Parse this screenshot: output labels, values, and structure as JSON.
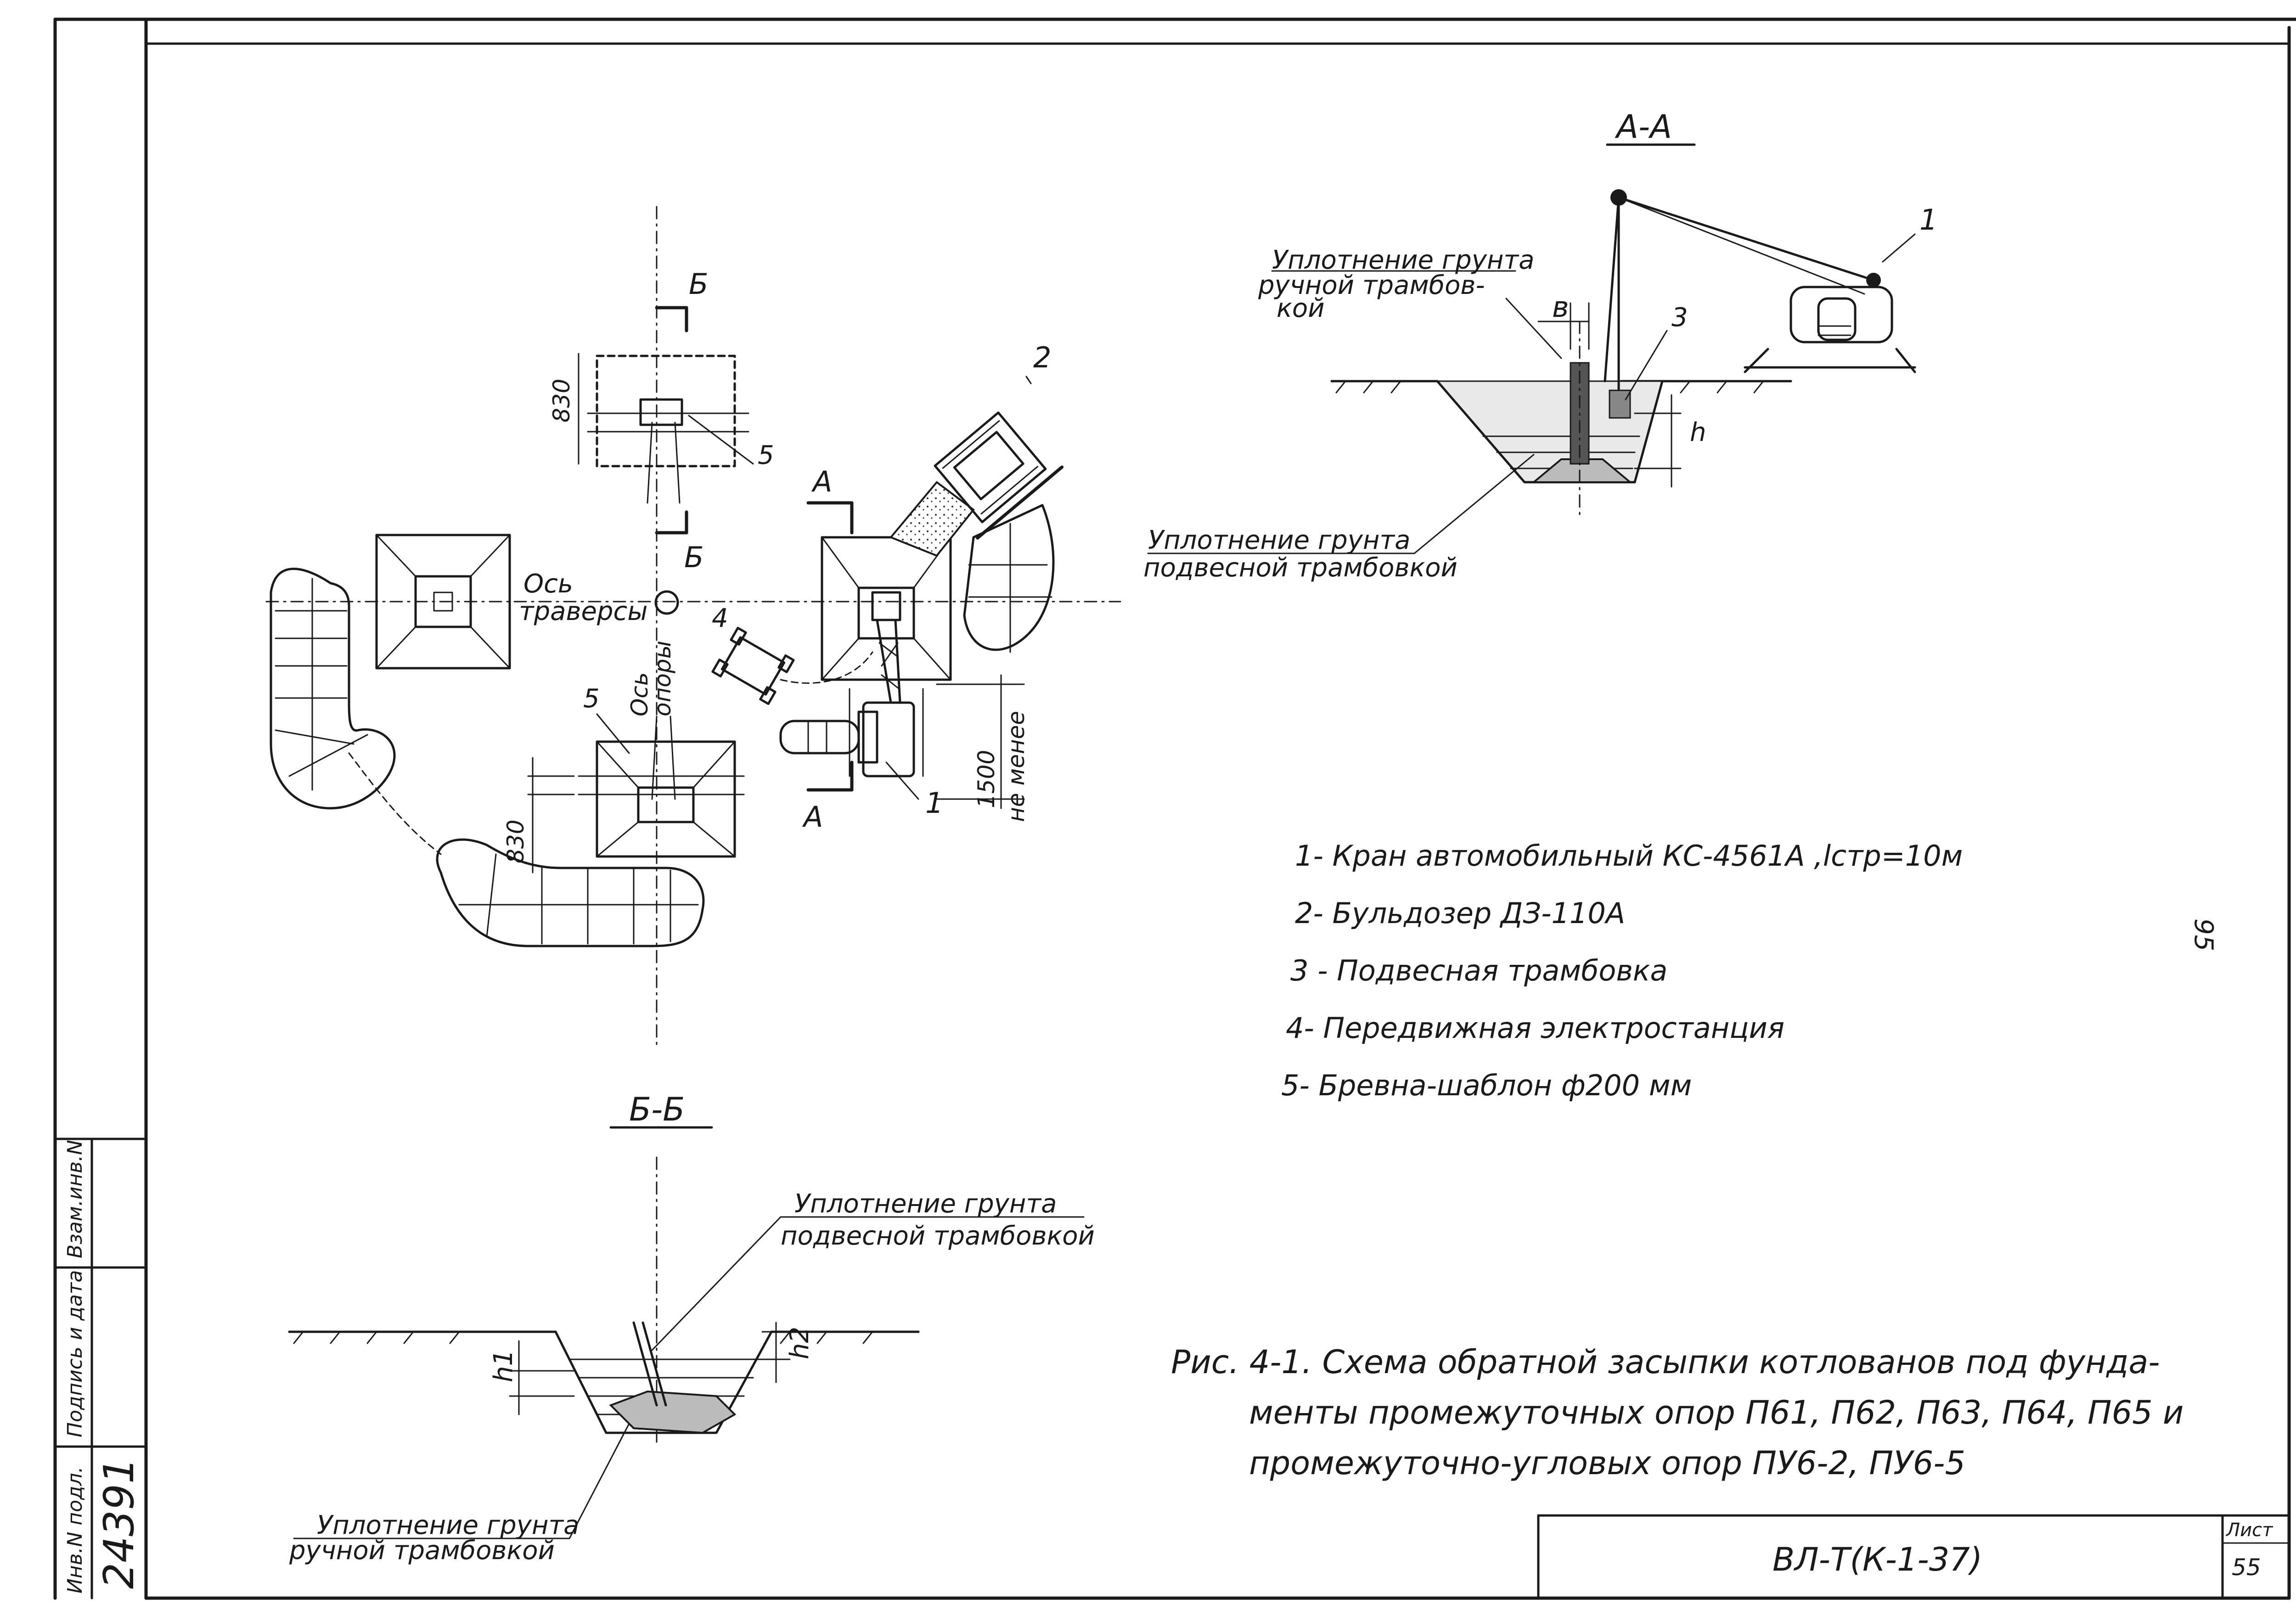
{
  "section_aa": {
    "title": "А-А",
    "note_top": [
      "Уплотнение грунта",
      "ручной трамбов-",
      "кой"
    ],
    "note_bottom": [
      "Уплотнение грунта",
      "подвесной трамбовкой"
    ],
    "label_b": "в",
    "label_h": "h",
    "callout_1": "1",
    "callout_3": "3"
  },
  "section_bb": {
    "title": "Б-Б",
    "note_top": [
      "Уплотнение грунта",
      "подвесной трамбовкой"
    ],
    "note_bottom": [
      "Уплотнение грунта",
      "ручной трамбовкой"
    ],
    "label_h1": "h1",
    "label_h2": "h2"
  },
  "plan": {
    "cut_b_top": "Б",
    "cut_b_bottom": "Б",
    "cut_a_top": "А",
    "cut_a_bottom": "А",
    "dim_830_top": "830",
    "dim_830_bottom": "830",
    "dim_1500": [
      "1500",
      "не менее"
    ],
    "axis_traverse": [
      "Ось",
      "траверсы"
    ],
    "axis_support": [
      "Ось",
      "опоры"
    ],
    "callout_1": "1",
    "callout_2": "2",
    "callout_4": "4",
    "callout_5_top": "5",
    "callout_5_bottom": "5"
  },
  "legend": [
    "1- Кран автомобильный   КС-4561А  ,lстр=10м",
    "2- Бульдозер  ДЗ-110А",
    "3 - Подвесная трамбовка",
    "4- Передвижная  электростанция",
    "5- Бревна-шаблон  ф200 мм"
  ],
  "caption": [
    "Рис. 4-1.  Схема  обратной  засыпки  котлованов  под  фунда-",
    "менты  промежуточных  опор  П61,  П62,  П63,  П64,  П65  и",
    "промежуточно-угловых  опор  ПУ6-2,  ПУ6-5"
  ],
  "side_number": "95",
  "left_strip": {
    "col_inv": "Инв.N подл.",
    "col_sign": "Подпись и дата",
    "col_swap": "Взам.инв.N",
    "inv_number": "24391"
  },
  "title_block": {
    "designation": "ВЛ-Т(К-1-37)",
    "sheet_label": "Лист",
    "sheet_number": "55"
  }
}
